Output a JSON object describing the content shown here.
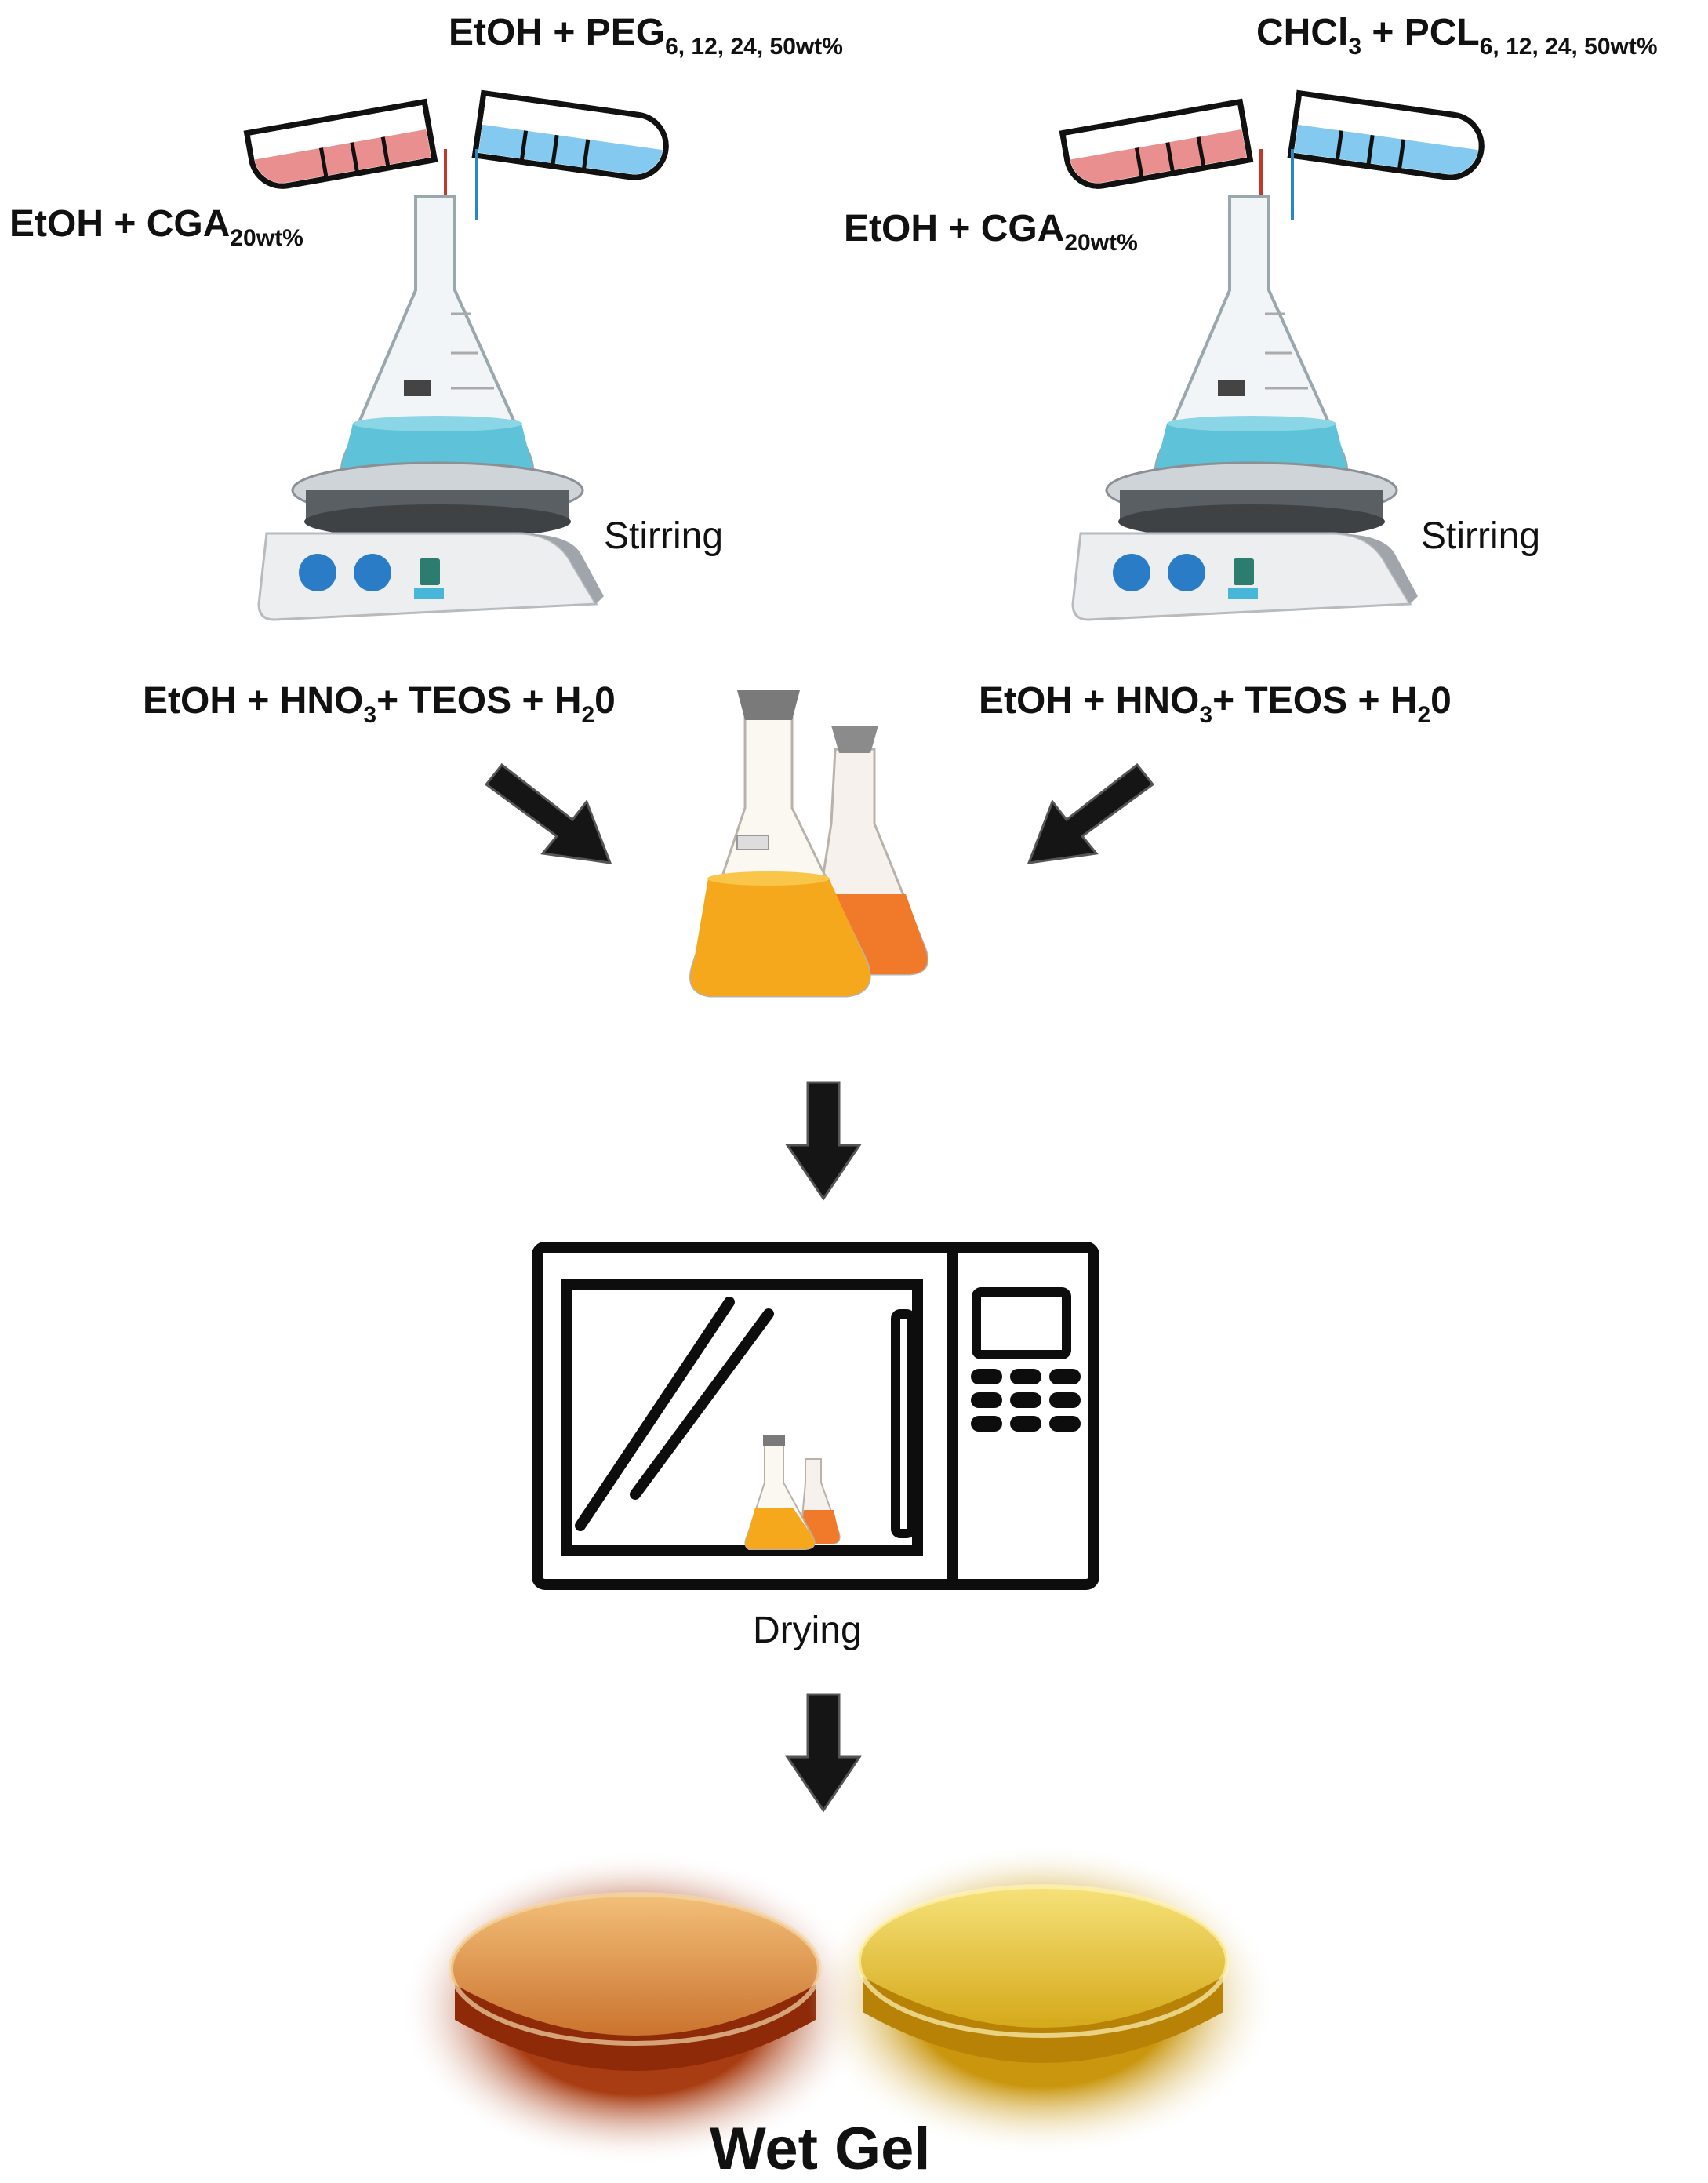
{
  "left_branch": {
    "blue_tube_label": {
      "main": "EtOH + PEG",
      "sub": "6, 12, 24, 50wt%"
    },
    "red_tube_label": {
      "main": "EtOH + CGA",
      "sub": "20wt%"
    },
    "stir_label": "Stirring",
    "additive_label": {
      "pre": "EtOH + HNO",
      "sub1": "3",
      "mid": "+ TEOS + H",
      "sub2": "2",
      "post": "0"
    }
  },
  "right_branch": {
    "blue_tube_label": {
      "pre": "CHCl",
      "sub0": "3",
      "main": " + PCL",
      "sub": "6, 12, 24, 50wt%"
    },
    "red_tube_label": {
      "main": "EtOH + CGA",
      "sub": "20wt%"
    },
    "stir_label": "Stirring",
    "additive_label": {
      "pre": "EtOH + HNO",
      "sub1": "3",
      "mid": "+ TEOS + H",
      "sub2": "2",
      "post": "0"
    }
  },
  "oven": {
    "label": "Drying"
  },
  "result": {
    "label": "Wet Gel"
  },
  "colors": {
    "red_tube": "#e88c8c",
    "blue_tube": "#7fc6ee",
    "liquid_blue": "#5ec2d8",
    "orange": "#f2a020",
    "arrow": "#151515"
  }
}
